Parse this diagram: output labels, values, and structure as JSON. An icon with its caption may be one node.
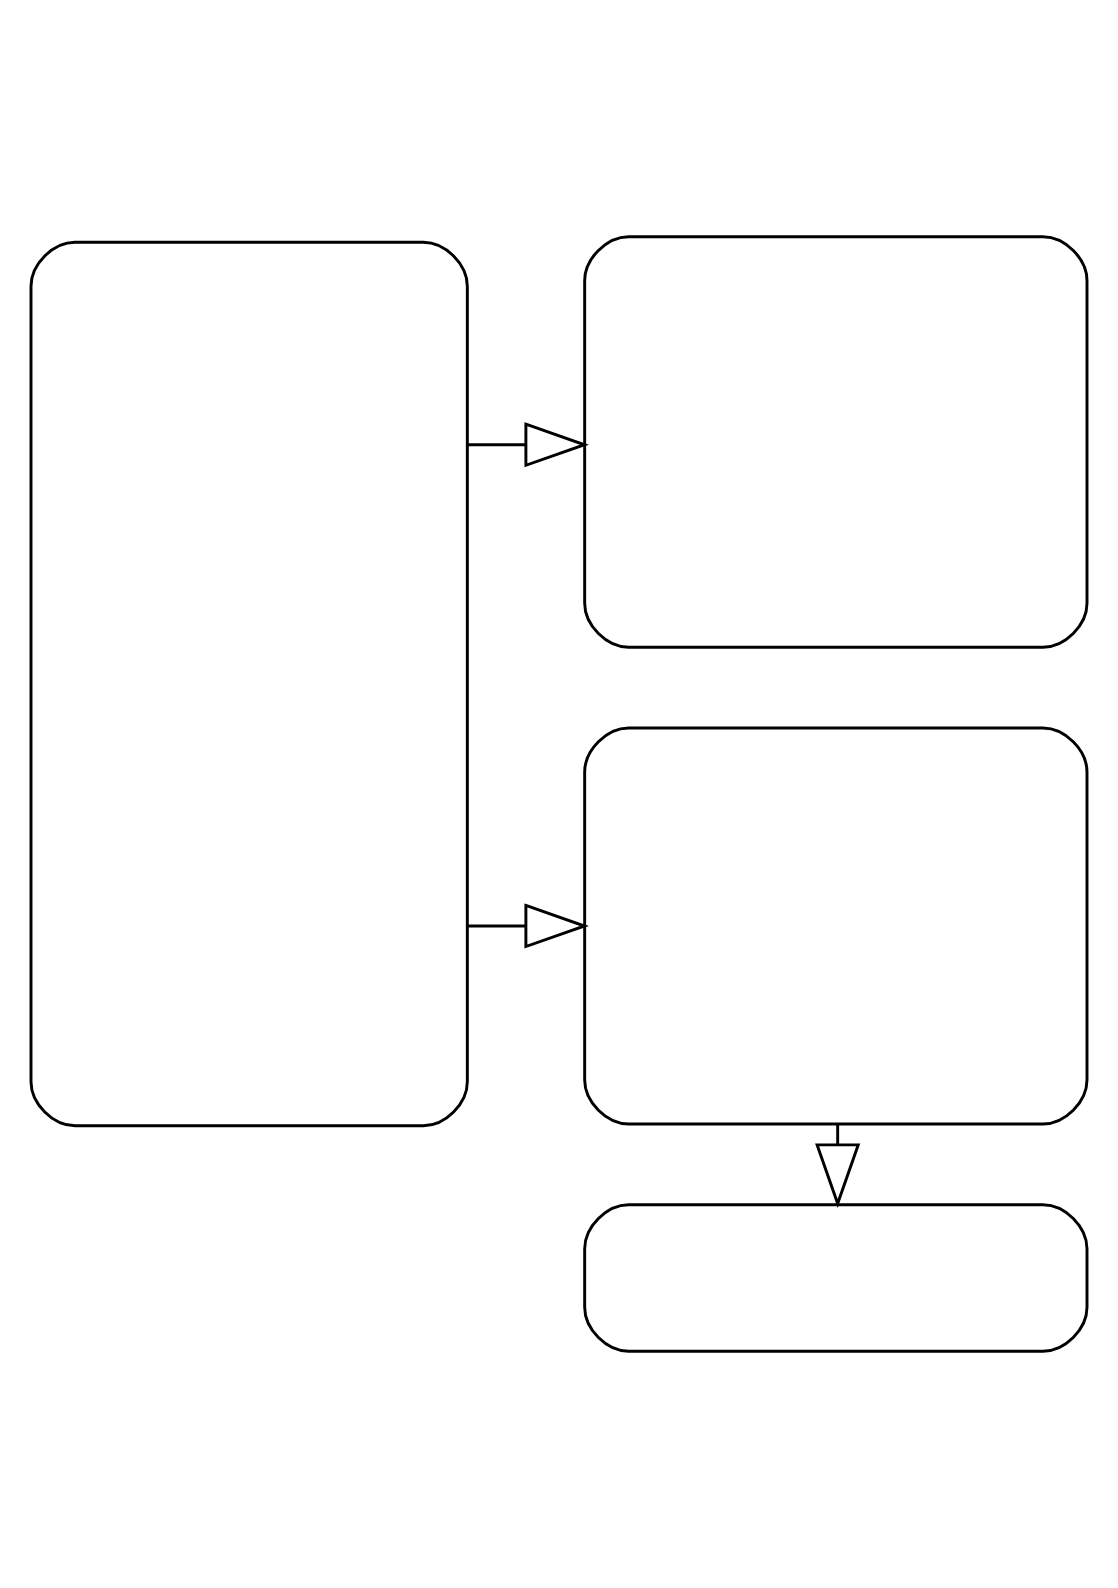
{
  "diagram": {
    "nodes": [
      {
        "text": [],
        "shape": "box"
      },
      {
        "text": [],
        "shape": "box"
      },
      {
        "text": [],
        "shape": "box"
      },
      {
        "text": [],
        "shape": "box"
      }
    ],
    "edges": [
      {
        "from": 0,
        "to": 1,
        "arrow": "to"
      },
      {
        "from": 0,
        "to": 2,
        "arrow": "to"
      },
      {
        "from": 2,
        "to": 3,
        "arrow": "to"
      }
    ]
  }
}
